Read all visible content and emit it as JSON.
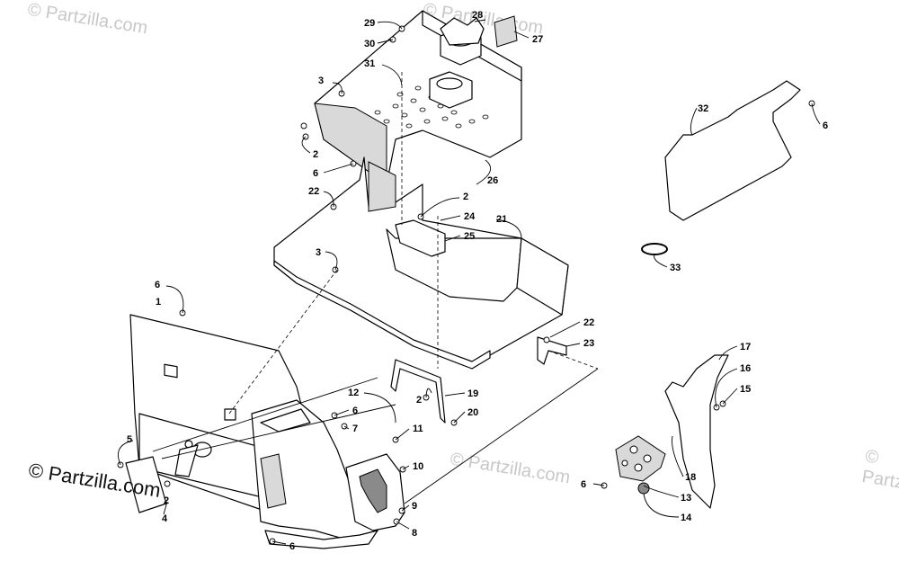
{
  "watermark": {
    "text": "© Partzilla.com"
  },
  "callouts": [
    "1",
    "2",
    "3",
    "4",
    "5",
    "6",
    "7",
    "8",
    "9",
    "10",
    "11",
    "12",
    "13",
    "14",
    "15",
    "16",
    "17",
    "18",
    "19",
    "20",
    "21",
    "22",
    "23",
    "24",
    "25",
    "26",
    "27",
    "28",
    "29",
    "30",
    "31",
    "32",
    "33"
  ]
}
